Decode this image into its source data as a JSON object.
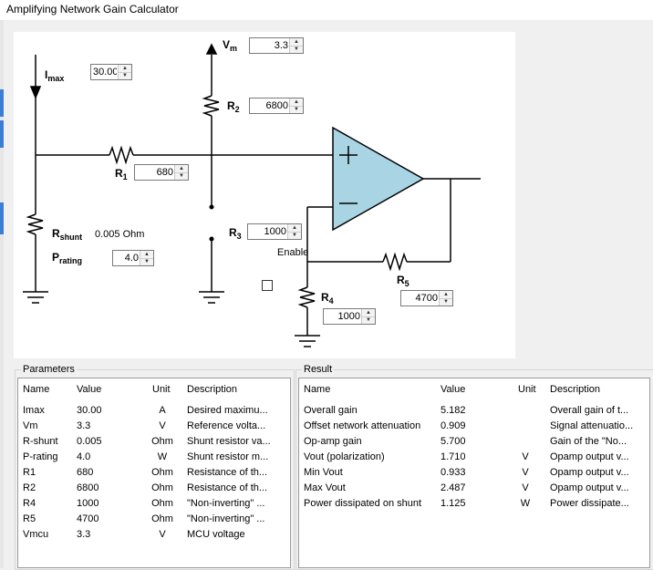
{
  "window": {
    "title": "Amplifying Network Gain Calculator"
  },
  "schematic": {
    "imax": {
      "label": "I",
      "sub": "max",
      "value": "30.00"
    },
    "vm": {
      "label": "V",
      "sub": "m",
      "value": "3.3"
    },
    "r2": {
      "label": "R",
      "sub": "2",
      "value": "6800"
    },
    "r1": {
      "label": "R",
      "sub": "1",
      "value": "680"
    },
    "rshunt": {
      "label": "R",
      "sub": "shunt",
      "value_text": "0.005 Ohm"
    },
    "prating": {
      "label": "P",
      "sub": "rating",
      "value": "4.0"
    },
    "r3": {
      "label": "R",
      "sub": "3",
      "value": "1000",
      "enable_label": "Enable",
      "enabled": false
    },
    "r5": {
      "label": "R",
      "sub": "5",
      "value": "4700"
    },
    "r4": {
      "label": "R",
      "sub": "4",
      "value": "1000"
    },
    "opamp_color": "#a9d4e4"
  },
  "parameters": {
    "title": "Parameters",
    "headers": [
      "Name",
      "Value",
      "Unit",
      "Description"
    ],
    "rows": [
      {
        "name": "Imax",
        "value": "30.00",
        "unit": "A",
        "desc": "Desired maximu..."
      },
      {
        "name": "Vm",
        "value": "3.3",
        "unit": "V",
        "desc": "Reference volta..."
      },
      {
        "name": "R-shunt",
        "value": "0.005",
        "unit": "Ohm",
        "desc": "Shunt resistor va..."
      },
      {
        "name": "P-rating",
        "value": "4.0",
        "unit": "W",
        "desc": "Shunt resistor m..."
      },
      {
        "name": "R1",
        "value": "680",
        "unit": "Ohm",
        "desc": "Resistance of th..."
      },
      {
        "name": "R2",
        "value": "6800",
        "unit": "Ohm",
        "desc": "Resistance of th..."
      },
      {
        "name": "R4",
        "value": "1000",
        "unit": "Ohm",
        "desc": "\"Non-inverting\" ..."
      },
      {
        "name": "R5",
        "value": "4700",
        "unit": "Ohm",
        "desc": "\"Non-inverting\" ..."
      },
      {
        "name": "Vmcu",
        "value": "3.3",
        "unit": "V",
        "desc": "MCU voltage"
      }
    ]
  },
  "result": {
    "title": "Result",
    "headers": [
      "Name",
      "Value",
      "Unit",
      "Description"
    ],
    "rows": [
      {
        "name": "Overall gain",
        "value": "5.182",
        "unit": "",
        "desc": "Overall gain of t..."
      },
      {
        "name": "Offset network attenuation",
        "value": "0.909",
        "unit": "",
        "desc": "Signal attenuatio..."
      },
      {
        "name": "Op-amp gain",
        "value": "5.700",
        "unit": "",
        "desc": "Gain of the \"No..."
      },
      {
        "name": "Vout (polarization)",
        "value": "1.710",
        "unit": "V",
        "desc": "Opamp output v..."
      },
      {
        "name": "Min Vout",
        "value": "0.933",
        "unit": "V",
        "desc": "Opamp output v..."
      },
      {
        "name": "Max Vout",
        "value": "2.487",
        "unit": "V",
        "desc": "Opamp output v..."
      },
      {
        "name": "Power dissipated on shunt",
        "value": "1.125",
        "unit": "W",
        "desc": "Power dissipate..."
      }
    ]
  }
}
